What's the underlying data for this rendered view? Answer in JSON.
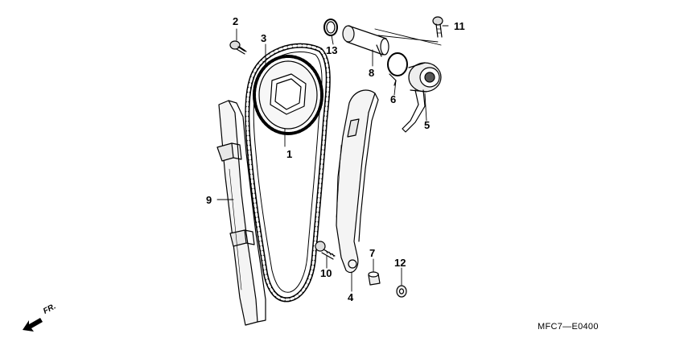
{
  "callouts": {
    "p1": "1",
    "p2": "2",
    "p3": "3",
    "p4": "4",
    "p5": "5",
    "p6": "6",
    "p7": "7",
    "p8": "8",
    "p9": "9",
    "p10": "10",
    "p11": "11",
    "p12": "12",
    "p13": "13"
  },
  "footer": {
    "diagram_code": "MFC7—E0400",
    "front_label": "FR."
  },
  "icons": {
    "front_arrow": "front-direction-arrow-icon"
  }
}
